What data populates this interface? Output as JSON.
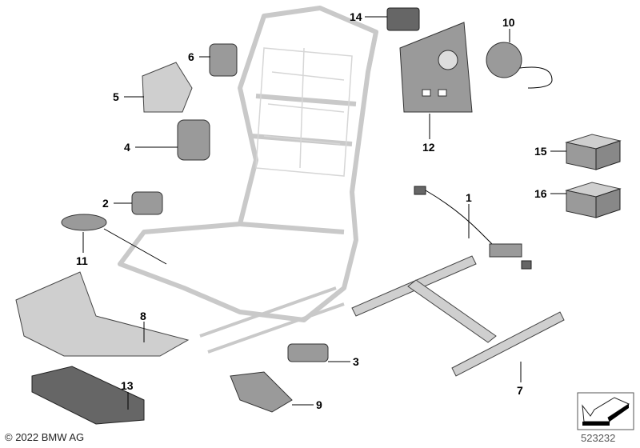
{
  "diagram": {
    "callouts": [
      "1",
      "2",
      "3",
      "4",
      "5",
      "6",
      "7",
      "8",
      "9",
      "10",
      "11",
      "12",
      "13",
      "14",
      "15",
      "16"
    ],
    "copyright": "© 2022 BMW AG",
    "part_number": "523232",
    "icons": {
      "orientation": "arrow-down-left-icon"
    },
    "colors": {
      "frame": "#c9c9c9",
      "part": "#9a9a9a",
      "text": "#000000"
    }
  }
}
